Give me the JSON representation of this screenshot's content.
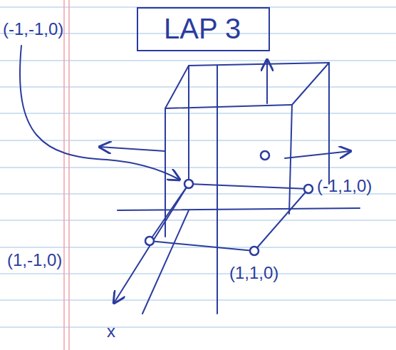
{
  "diagram": {
    "nodes": [
      {
        "text": [
          "LAP 3"
        ]
      }
    ],
    "labels": [
      "(-1,-1,0)",
      "(-1,1,0)",
      "(1,-1,0)",
      "(1,1,0)",
      "x"
    ]
  }
}
